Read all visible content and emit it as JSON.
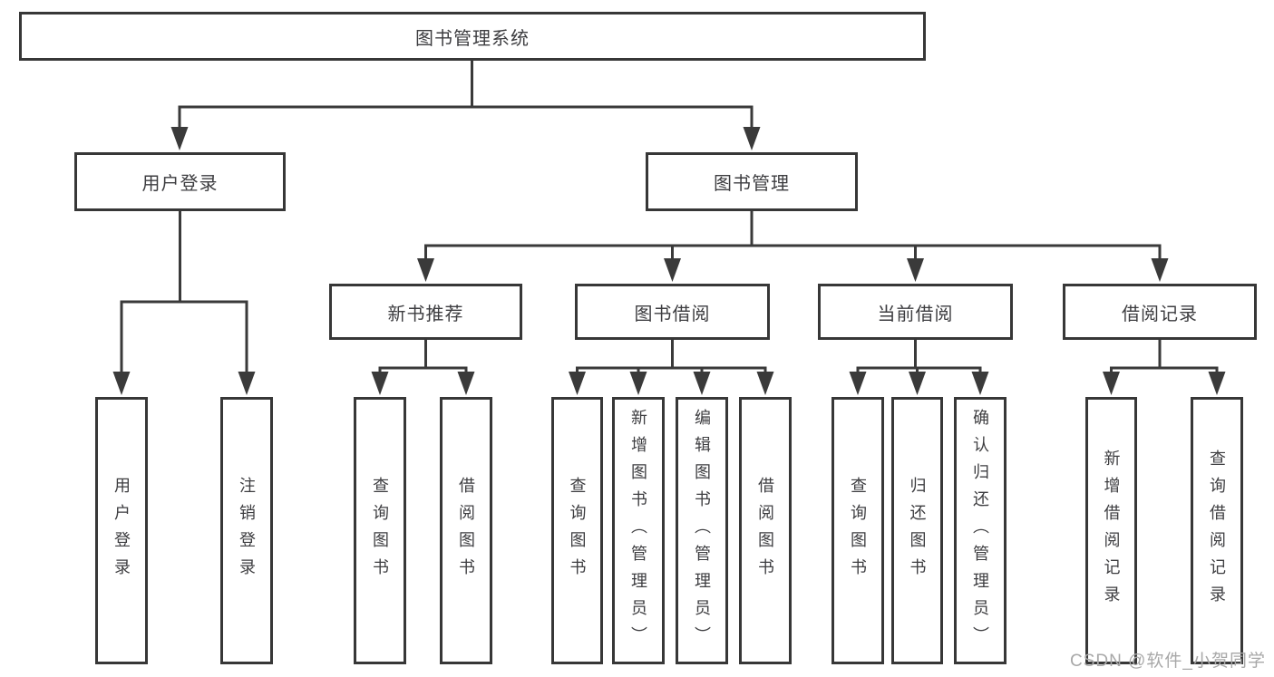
{
  "diagram": {
    "root": {
      "label": "图书管理系统",
      "children": [
        {
          "label": "用户登录",
          "children": [
            {
              "label": "用户登录"
            },
            {
              "label": "注销登录"
            }
          ]
        },
        {
          "label": "图书管理",
          "children": [
            {
              "label": "新书推荐",
              "children": [
                {
                  "label": "查询图书"
                },
                {
                  "label": "借阅图书"
                }
              ]
            },
            {
              "label": "图书借阅",
              "children": [
                {
                  "label": "查询图书"
                },
                {
                  "label": "新增图书（管理员）"
                },
                {
                  "label": "编辑图书（管理员）"
                },
                {
                  "label": "借阅图书"
                }
              ]
            },
            {
              "label": "当前借阅",
              "children": [
                {
                  "label": "查询图书"
                },
                {
                  "label": "归还图书"
                },
                {
                  "label": "确认归还（管理员）"
                }
              ]
            },
            {
              "label": "借阅记录",
              "children": [
                {
                  "label": "新增借阅记录"
                },
                {
                  "label": "查询借阅记录"
                }
              ]
            }
          ]
        }
      ]
    }
  },
  "watermark": {
    "text": "CSDN @软件_小贺同学",
    "color": "#a8a8a8"
  },
  "colors": {
    "line": "#3a3a3a",
    "box_border": "#373737",
    "text": "#3d3d40",
    "background": "#ffffff"
  }
}
